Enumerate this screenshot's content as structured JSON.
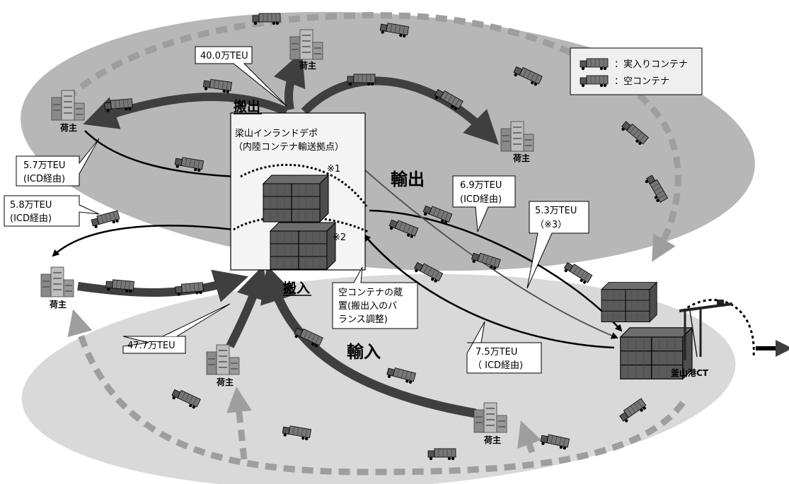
{
  "depot": {
    "name": "梁山インランドデポ",
    "subtitle": "（内陸コンテナ輸送拠点）",
    "mark1": "※1",
    "mark2": "※2"
  },
  "flows": {
    "export": "輸出",
    "import": "輸入",
    "carry_out": "搬出",
    "carry_in": "搬入"
  },
  "shipper_label": "荷主",
  "port_label": "釜山港CT",
  "legend": {
    "loaded": "：実入りコンテナ",
    "empty": "：空コンテナ"
  },
  "callouts": {
    "c40": "40.0万TEU",
    "c57_line1": "5.7万TEU",
    "c57_line2": "(ICD経由)",
    "c58_line1": "5.8万TEU",
    "c58_line2": "(ICD経由)",
    "c69_line1": "6.9万TEU",
    "c69_line2": "(ICD経由)",
    "c53_line1": "5.3万TEU",
    "c53_line2": "（※3）",
    "c477": "47.7万TEU",
    "c75_line1": "7.5万TEU",
    "c75_line2": "（ ICD経由)",
    "empty_line1": "空コンテナの蔵",
    "empty_line2": "置(搬出入のバ",
    "empty_line3": "ランス調整)"
  },
  "colors": {
    "upper_zone": "#b7b7b7",
    "lower_zone": "#d9d9d9",
    "thick_arrow": "#3f3f3f",
    "dashed_arrow": "#9e9e9e"
  }
}
